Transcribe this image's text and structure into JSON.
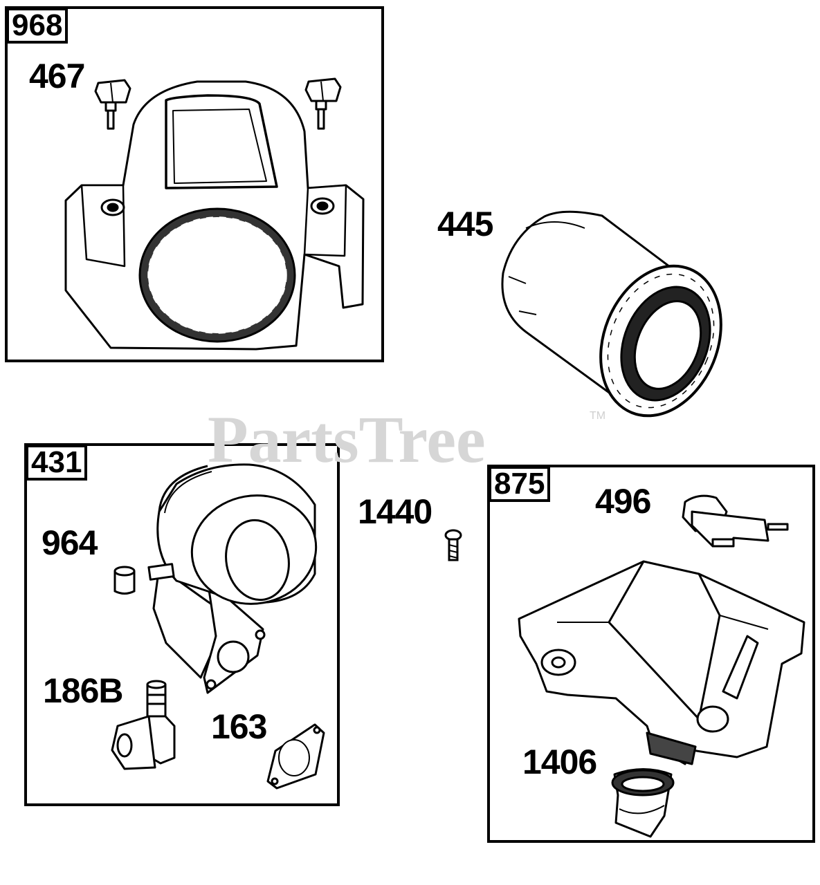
{
  "watermark": {
    "brand": "PartsTree",
    "trademark": "TM"
  },
  "kits": {
    "k968": "968",
    "k431": "431",
    "k875": "875"
  },
  "parts": {
    "p467": "467",
    "p445": "445",
    "p964": "964",
    "p1440": "1440",
    "p186b": "186B",
    "p163": "163",
    "p496": "496",
    "p1406": "1406"
  }
}
